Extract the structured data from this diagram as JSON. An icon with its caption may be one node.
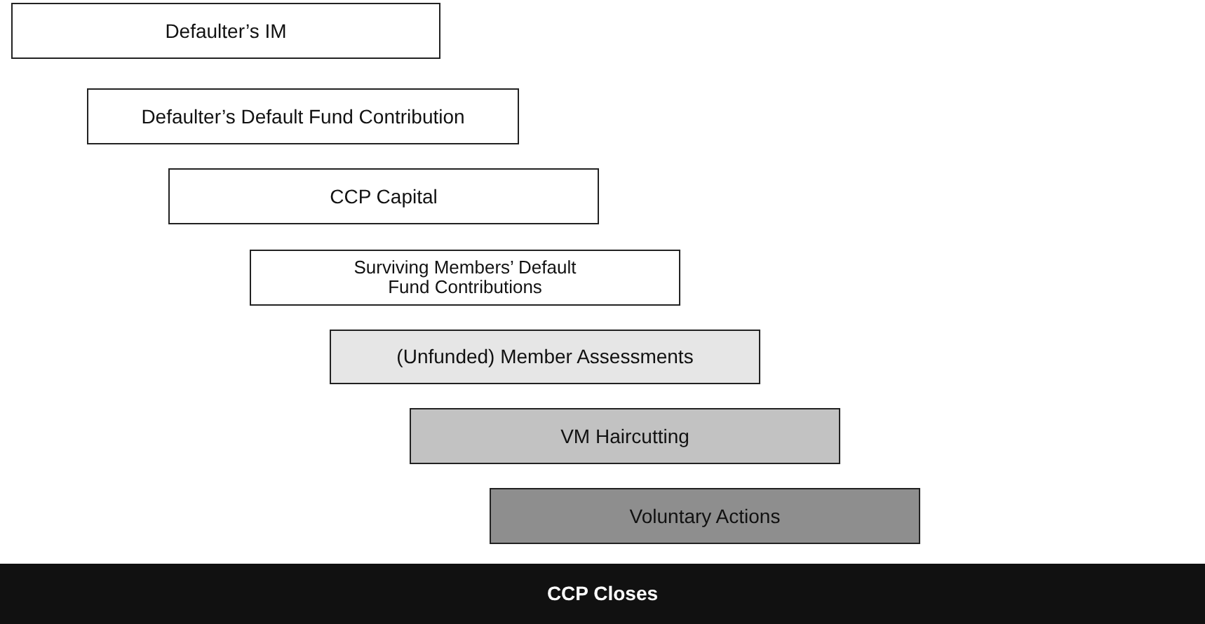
{
  "diagram": {
    "nodes": [
      {
        "text": [
          "Defaulter’s IM"
        ]
      },
      {
        "text": [
          "Defaulter’s Default Fund Contribution"
        ]
      },
      {
        "text": [
          "CCP Capital"
        ]
      },
      {
        "text": [
          "Surviving Members’ Default Fund Contributions"
        ]
      },
      {
        "text": [
          "(Unfunded) Member Assessments"
        ]
      },
      {
        "text": [
          "VM Haircutting"
        ]
      },
      {
        "text": [
          "Voluntary Actions"
        ]
      },
      {
        "text": [
          "CCP Closes"
        ]
      }
    ]
  }
}
